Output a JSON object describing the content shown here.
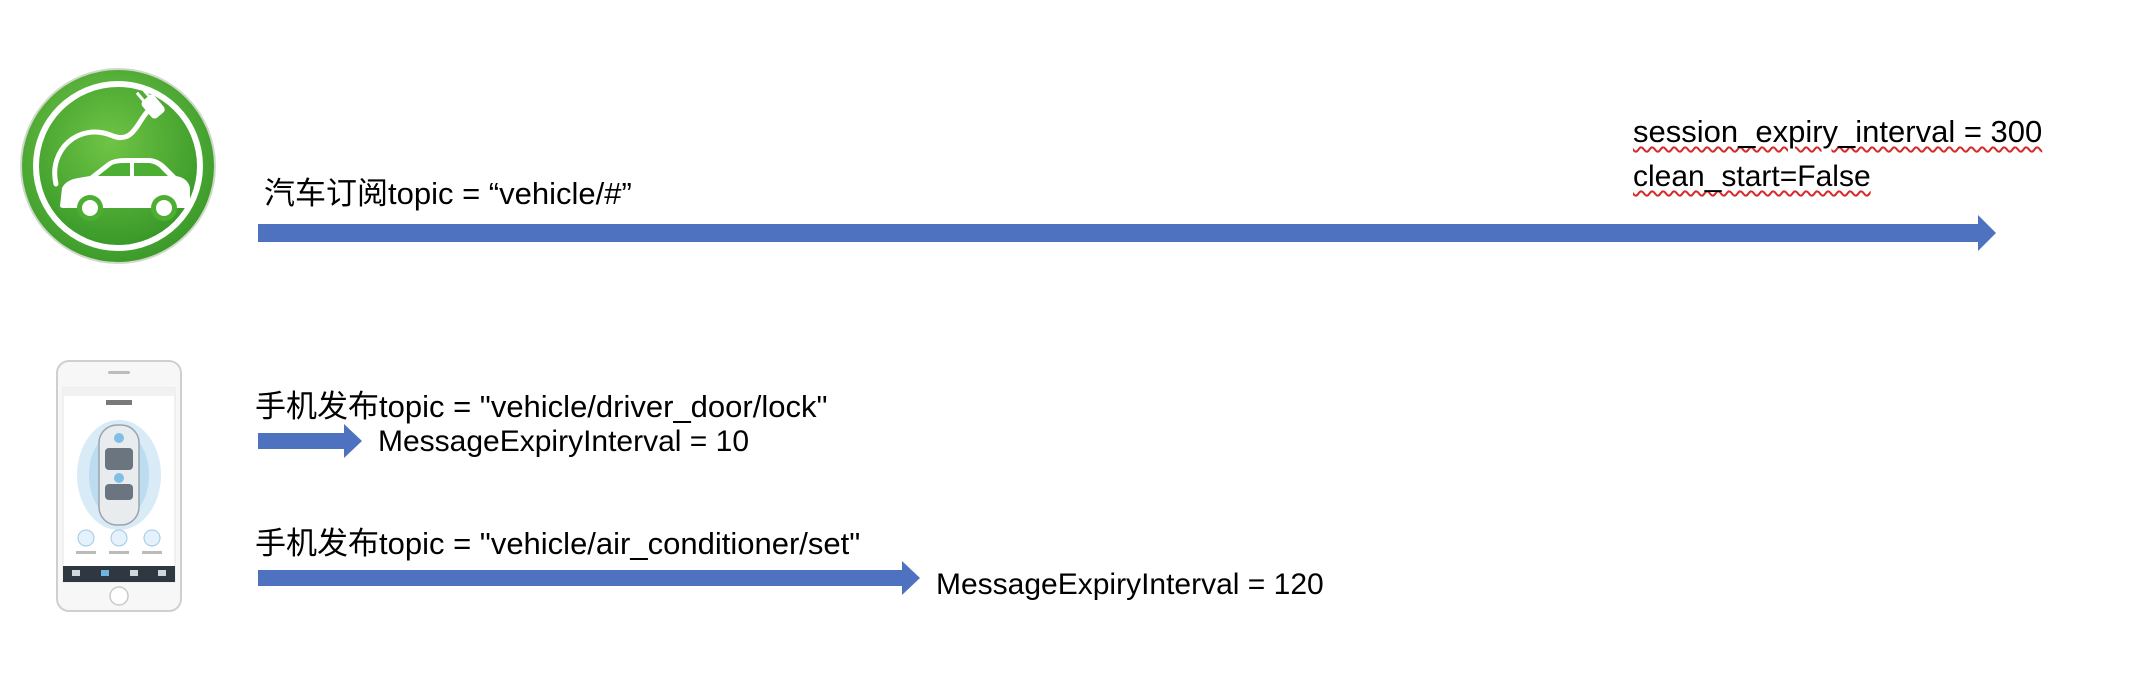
{
  "car_row": {
    "icon": "ev-car-charging-icon",
    "subscribe_label": "汽车订阅topic = “vehicle/#”",
    "session_expiry": "session_expiry_interval = 300",
    "clean_start": "clean_start=False"
  },
  "phone_row": {
    "icon": "smartphone-app-icon",
    "publish_1": {
      "label": "手机发布topic = \"vehicle/driver_door/lock\"",
      "expiry": "MessageExpiryInterval = 10"
    },
    "publish_2": {
      "label": "手机发布topic = \"vehicle/air_conditioner/set\"",
      "expiry": "MessageExpiryInterval = 120"
    }
  },
  "colors": {
    "arrow": "#4e72c0",
    "car_icon_green": "#4cae32",
    "squiggle": "#d62a2a"
  }
}
